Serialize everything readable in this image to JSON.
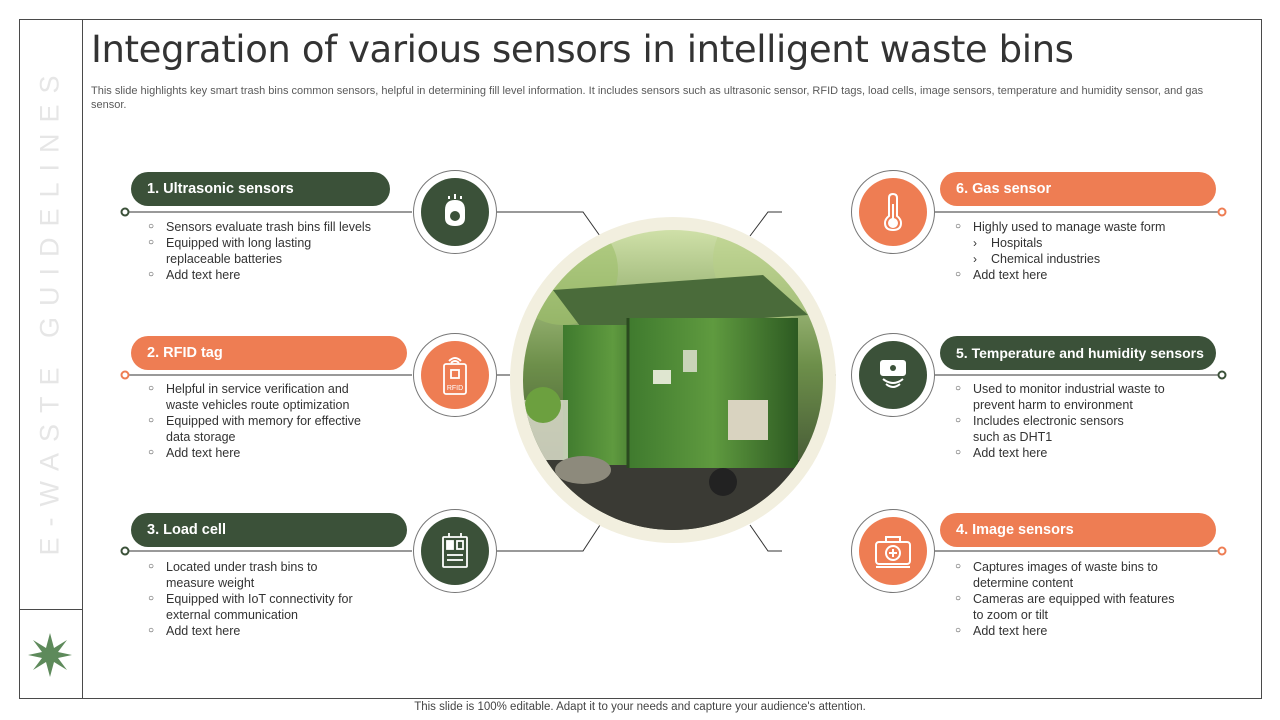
{
  "sidebar": {
    "vertical_text": "E-WASTE GUIDELINES"
  },
  "header": {
    "title": "Integration of various sensors in intelligent waste bins",
    "subtitle": "This slide highlights key smart trash bins common sensors, helpful in determining fill level information. It includes sensors such as ultrasonic sensor, RFID tags, load cells, image sensors, temperature and humidity sensor, and gas sensor."
  },
  "colors": {
    "green": "#3b5139",
    "orange": "#ee7d53",
    "ring": "#f2efdf"
  },
  "sensors": {
    "s1": {
      "label": "1. Ultrasonic sensors",
      "icon": "ultrasonic-sensor-icon",
      "color": "green",
      "bullets": [
        "Sensors evaluate  trash bins fill levels",
        "Equipped with long lasting",
        "replaceable  batteries",
        "Add text here"
      ]
    },
    "s2": {
      "label": "2. RFID tag",
      "icon": "rfid-tag-icon",
      "icon_text": "RFID",
      "color": "orange",
      "bullets": [
        "Helpful  in service verification  and",
        "waste vehicles route optimization",
        "Equipped with memory for effective",
        "data storage",
        "Add text here"
      ]
    },
    "s3": {
      "label": "3. Load cell",
      "icon": "load-cell-icon",
      "color": "green",
      "bullets": [
        "Located under trash bins to",
        "measure weight",
        "Equipped with IoT connectivity for",
        "external communication",
        "Add text here"
      ]
    },
    "s4": {
      "label": "4. Image sensors",
      "icon": "camera-icon",
      "color": "orange",
      "bullets": [
        "Captures images of waste bins to",
        "determine content",
        "Cameras are equipped with features",
        "to zoom or tilt",
        "Add text here"
      ]
    },
    "s5": {
      "label": "5. Temperature and humidity sensors",
      "icon": "temperature-humidity-sensor-icon",
      "color": "green",
      "bullets": [
        "Used to monitor industrial waste to",
        "prevent  harm to environment",
        "Includes electronic sensors",
        "such as DHT1",
        "Add text here"
      ]
    },
    "s6": {
      "label": "6. Gas sensor",
      "icon": "thermometer-icon",
      "color": "orange",
      "bullets": [
        "Highly used to manage waste form",
        "Hospitals",
        "Chemical industries",
        "Add text here"
      ]
    }
  },
  "center_image": {
    "icon": "smart-waste-bins-photo"
  },
  "footer": {
    "text": "This slide is 100% editable. Adapt it to your needs and capture your audience's attention."
  }
}
